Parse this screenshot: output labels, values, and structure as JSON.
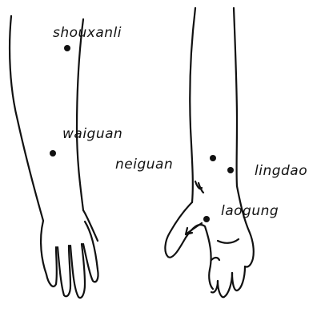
{
  "points": [
    {
      "id": "shouxanli",
      "label": "shouxanli"
    },
    {
      "id": "waiguan",
      "label": "waiguan"
    },
    {
      "id": "neiguan",
      "label": "neiguan"
    },
    {
      "id": "lingdao",
      "label": "lingdao"
    },
    {
      "id": "laogung",
      "label": "laogung"
    }
  ],
  "colors": {
    "ink": "#111111",
    "background": "#ffffff"
  }
}
